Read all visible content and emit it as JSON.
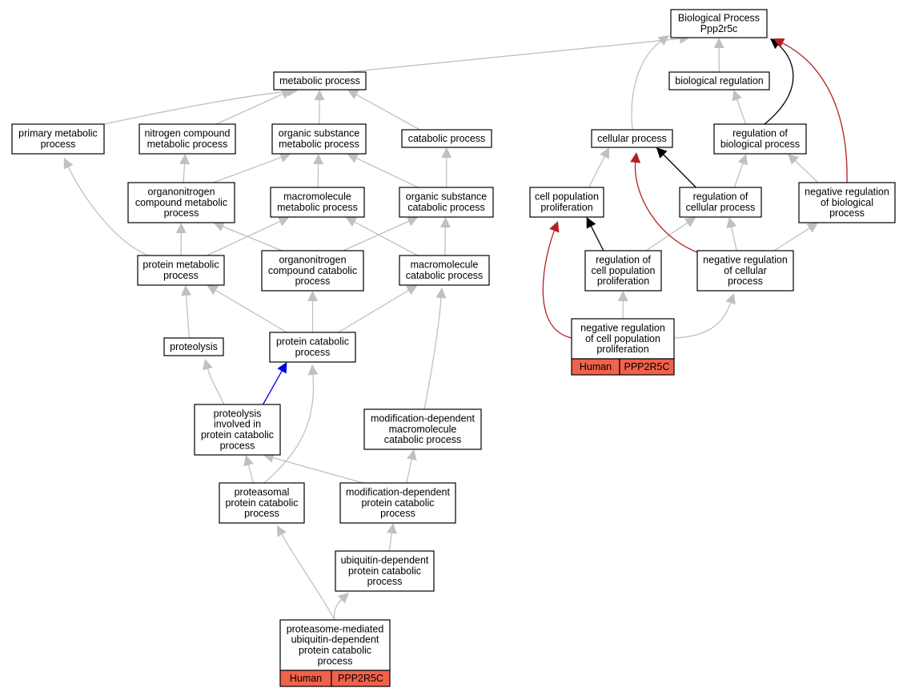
{
  "colors": {
    "is_a": "#c0c0c0",
    "regulates": "#000000",
    "negatively_regulates": "#b22222",
    "part_of": "#0000ee",
    "gene_cell": "#f0624a"
  },
  "nodes": [
    {
      "id": "bp",
      "lines": [
        "Biological Process",
        "Ppp2r5c"
      ]
    },
    {
      "id": "metabolic",
      "lines": [
        "metabolic process"
      ]
    },
    {
      "id": "bioreg",
      "lines": [
        "biological regulation"
      ]
    },
    {
      "id": "primary",
      "lines": [
        "primary metabolic",
        "process"
      ]
    },
    {
      "id": "nitrogen",
      "lines": [
        "nitrogen compound",
        "metabolic process"
      ]
    },
    {
      "id": "organic",
      "lines": [
        "organic substance",
        "metabolic process"
      ]
    },
    {
      "id": "catabolic",
      "lines": [
        "catabolic process"
      ]
    },
    {
      "id": "cellular",
      "lines": [
        "cellular process"
      ]
    },
    {
      "id": "regbio",
      "lines": [
        "regulation of",
        "biological process"
      ]
    },
    {
      "id": "orgnitro",
      "lines": [
        "organonitrogen",
        "compound metabolic",
        "process"
      ]
    },
    {
      "id": "macro",
      "lines": [
        "macromolecule",
        "metabolic process"
      ]
    },
    {
      "id": "orgcat",
      "lines": [
        "organic substance",
        "catabolic process"
      ]
    },
    {
      "id": "cellpop",
      "lines": [
        "cell population",
        "proliferation"
      ]
    },
    {
      "id": "regcell",
      "lines": [
        "regulation of",
        "cellular process"
      ]
    },
    {
      "id": "negbio",
      "lines": [
        "negative regulation",
        "of biological",
        "process"
      ]
    },
    {
      "id": "protmet",
      "lines": [
        "protein metabolic",
        "process"
      ]
    },
    {
      "id": "orgnitrocat",
      "lines": [
        "organonitrogen",
        "compound catabolic",
        "process"
      ]
    },
    {
      "id": "macrocat",
      "lines": [
        "macromolecule",
        "catabolic process"
      ]
    },
    {
      "id": "regcellpop",
      "lines": [
        "regulation of",
        "cell population",
        "proliferation"
      ]
    },
    {
      "id": "negcell",
      "lines": [
        "negative regulation",
        "of cellular",
        "process"
      ]
    },
    {
      "id": "proteolysis",
      "lines": [
        "proteolysis"
      ]
    },
    {
      "id": "protcat",
      "lines": [
        "protein catabolic",
        "process"
      ]
    },
    {
      "id": "negcellpop",
      "lines": [
        "negative regulation",
        "of cell population",
        "proliferation"
      ],
      "gene": [
        "Human",
        "PPP2R5C"
      ]
    },
    {
      "id": "proteolinv",
      "lines": [
        "proteolysis",
        "involved in",
        "protein catabolic",
        "process"
      ]
    },
    {
      "id": "moddepmacro",
      "lines": [
        "modification-dependent",
        "macromolecule",
        "catabolic process"
      ]
    },
    {
      "id": "proteasomal",
      "lines": [
        "proteasomal",
        "protein catabolic",
        "process"
      ]
    },
    {
      "id": "moddepprot",
      "lines": [
        "modification-dependent",
        "protein catabolic",
        "process"
      ]
    },
    {
      "id": "ubiq",
      "lines": [
        "ubiquitin-dependent",
        "protein catabolic",
        "process"
      ]
    },
    {
      "id": "proteasome",
      "lines": [
        "proteasome-mediated",
        "ubiquitin-dependent",
        "protein catabolic",
        "process"
      ],
      "gene": [
        "Human",
        "PPP2R5C"
      ]
    }
  ],
  "edges": [
    {
      "from": "metabolic",
      "to": "bp",
      "type": "is_a"
    },
    {
      "from": "bioreg",
      "to": "bp",
      "type": "is_a"
    },
    {
      "from": "cellular",
      "to": "bp",
      "type": "is_a"
    },
    {
      "from": "regbio",
      "to": "bp",
      "type": "regulates"
    },
    {
      "from": "negbio",
      "to": "bp",
      "type": "negatively_regulates"
    },
    {
      "from": "primary",
      "to": "metabolic",
      "type": "is_a"
    },
    {
      "from": "nitrogen",
      "to": "metabolic",
      "type": "is_a"
    },
    {
      "from": "organic",
      "to": "metabolic",
      "type": "is_a"
    },
    {
      "from": "catabolic",
      "to": "metabolic",
      "type": "is_a"
    },
    {
      "from": "regbio",
      "to": "bioreg",
      "type": "is_a"
    },
    {
      "from": "orgnitro",
      "to": "nitrogen",
      "type": "is_a"
    },
    {
      "from": "orgnitro",
      "to": "organic",
      "type": "is_a"
    },
    {
      "from": "macro",
      "to": "organic",
      "type": "is_a"
    },
    {
      "from": "orgcat",
      "to": "organic",
      "type": "is_a"
    },
    {
      "from": "orgcat",
      "to": "catabolic",
      "type": "is_a"
    },
    {
      "from": "cellpop",
      "to": "cellular",
      "type": "is_a"
    },
    {
      "from": "regcell",
      "to": "cellular",
      "type": "regulates"
    },
    {
      "from": "regcell",
      "to": "regbio",
      "type": "is_a"
    },
    {
      "from": "negbio",
      "to": "regbio",
      "type": "is_a"
    },
    {
      "from": "protmet",
      "to": "primary",
      "type": "is_a"
    },
    {
      "from": "protmet",
      "to": "orgnitro",
      "type": "is_a"
    },
    {
      "from": "protmet",
      "to": "macro",
      "type": "is_a"
    },
    {
      "from": "orgnitrocat",
      "to": "orgnitro",
      "type": "is_a"
    },
    {
      "from": "orgnitrocat",
      "to": "orgcat",
      "type": "is_a"
    },
    {
      "from": "macrocat",
      "to": "macro",
      "type": "is_a"
    },
    {
      "from": "macrocat",
      "to": "orgcat",
      "type": "is_a"
    },
    {
      "from": "regcellpop",
      "to": "cellpop",
      "type": "regulates"
    },
    {
      "from": "regcellpop",
      "to": "regcell",
      "type": "is_a"
    },
    {
      "from": "negcell",
      "to": "regcell",
      "type": "is_a"
    },
    {
      "from": "negcell",
      "to": "negbio",
      "type": "is_a"
    },
    {
      "from": "negcell",
      "to": "cellular",
      "type": "negatively_regulates"
    },
    {
      "from": "proteolysis",
      "to": "protmet",
      "type": "is_a"
    },
    {
      "from": "protcat",
      "to": "protmet",
      "type": "is_a"
    },
    {
      "from": "protcat",
      "to": "orgnitrocat",
      "type": "is_a"
    },
    {
      "from": "protcat",
      "to": "macrocat",
      "type": "is_a"
    },
    {
      "from": "negcellpop",
      "to": "regcellpop",
      "type": "is_a"
    },
    {
      "from": "negcellpop",
      "to": "negcell",
      "type": "is_a"
    },
    {
      "from": "negcellpop",
      "to": "cellpop",
      "type": "negatively_regulates"
    },
    {
      "from": "proteolinv",
      "to": "proteolysis",
      "type": "is_a"
    },
    {
      "from": "proteolinv",
      "to": "protcat",
      "type": "part_of"
    },
    {
      "from": "moddepmacro",
      "to": "macrocat",
      "type": "is_a"
    },
    {
      "from": "proteasomal",
      "to": "proteolinv",
      "type": "is_a"
    },
    {
      "from": "proteasomal",
      "to": "protcat",
      "type": "is_a"
    },
    {
      "from": "moddepprot",
      "to": "proteolinv",
      "type": "is_a"
    },
    {
      "from": "moddepprot",
      "to": "moddepmacro",
      "type": "is_a"
    },
    {
      "from": "ubiq",
      "to": "moddepprot",
      "type": "is_a"
    },
    {
      "from": "proteasome",
      "to": "proteasomal",
      "type": "is_a"
    },
    {
      "from": "proteasome",
      "to": "ubiq",
      "type": "is_a"
    }
  ]
}
